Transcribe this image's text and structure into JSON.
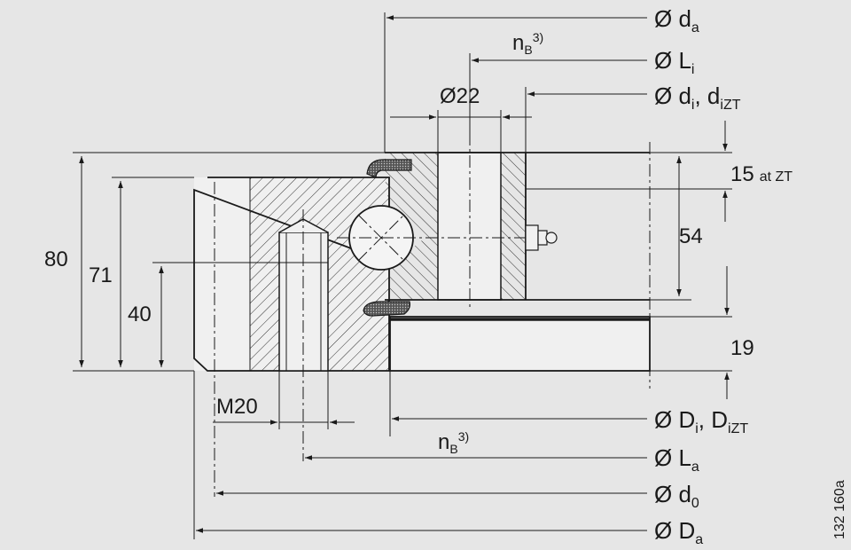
{
  "diameters": {
    "da_symbol": "Ø d",
    "da_sub": "a",
    "Li_symbol": "Ø L",
    "Li_sub": "i",
    "di_symbol": "Ø d",
    "di_sub": "i",
    "diZT_sep": ", d",
    "diZT_sub": "iZT",
    "Di_symbol": "Ø D",
    "Di_sub": "i",
    "DiZT_sep": ", D",
    "DiZT_sub": "iZT",
    "La_symbol": "Ø L",
    "La_sub": "a",
    "d0_symbol": "Ø d",
    "d0_sub": "0",
    "Da_symbol": "Ø D",
    "Da_sub": "a"
  },
  "holes": {
    "nB_upper": "n",
    "nB_upper_sub": "B",
    "nB_upper_sup": "3)",
    "nB_lower": "n",
    "nB_lower_sub": "B",
    "nB_lower_sup": "3)",
    "bore": "Ø22",
    "thread": "M20"
  },
  "dimensions": {
    "h80": "80",
    "h71": "71",
    "h40": "40",
    "h54": "54",
    "h19": "19",
    "h15": "15",
    "at_zt": "at ZT"
  },
  "figure_id": "132 160a"
}
